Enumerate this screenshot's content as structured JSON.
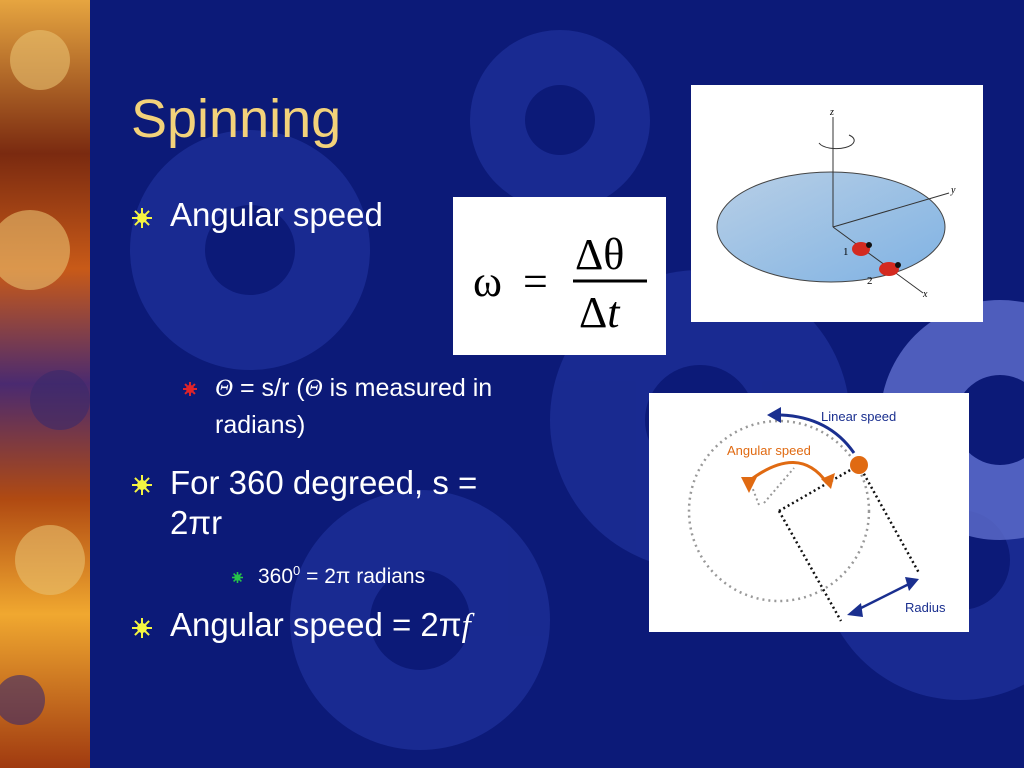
{
  "slide": {
    "title": "Spinning",
    "bullets": {
      "angular_speed": "Angular speed",
      "theta_line_a": "Θ",
      "theta_line_b": " = s/r      (",
      "theta_line_c": "Θ",
      "theta_line_d": " is measured in radians)",
      "full_circle": "For 360 degreed, s = 2πr",
      "radians_a": "360",
      "radians_sup": "0",
      "radians_b": " = 2π radians",
      "angular_freq_a": "Angular speed = 2π",
      "angular_freq_b": "f"
    }
  },
  "formula": {
    "lhs": "ω",
    "eq": "=",
    "numerator": "Δθ",
    "den_delta": "Δ",
    "den_t": "t"
  },
  "disc_figure": {
    "z_label": "z",
    "y_label": "y",
    "x_label": "x",
    "bug1_label": "1",
    "bug2_label": "2"
  },
  "circle_figure": {
    "linear_speed": "Linear speed",
    "angular_speed": "Angular speed",
    "radius": "Radius"
  },
  "colors": {
    "background": "#0c1a78",
    "title": "#f3d27a",
    "bullet_main": "#f5f542",
    "bullet_sub": "#e0242a",
    "bullet_subsub": "#27c24a",
    "linear_arrow": "#1a2f8f",
    "angular_arrow": "#e06a12"
  }
}
